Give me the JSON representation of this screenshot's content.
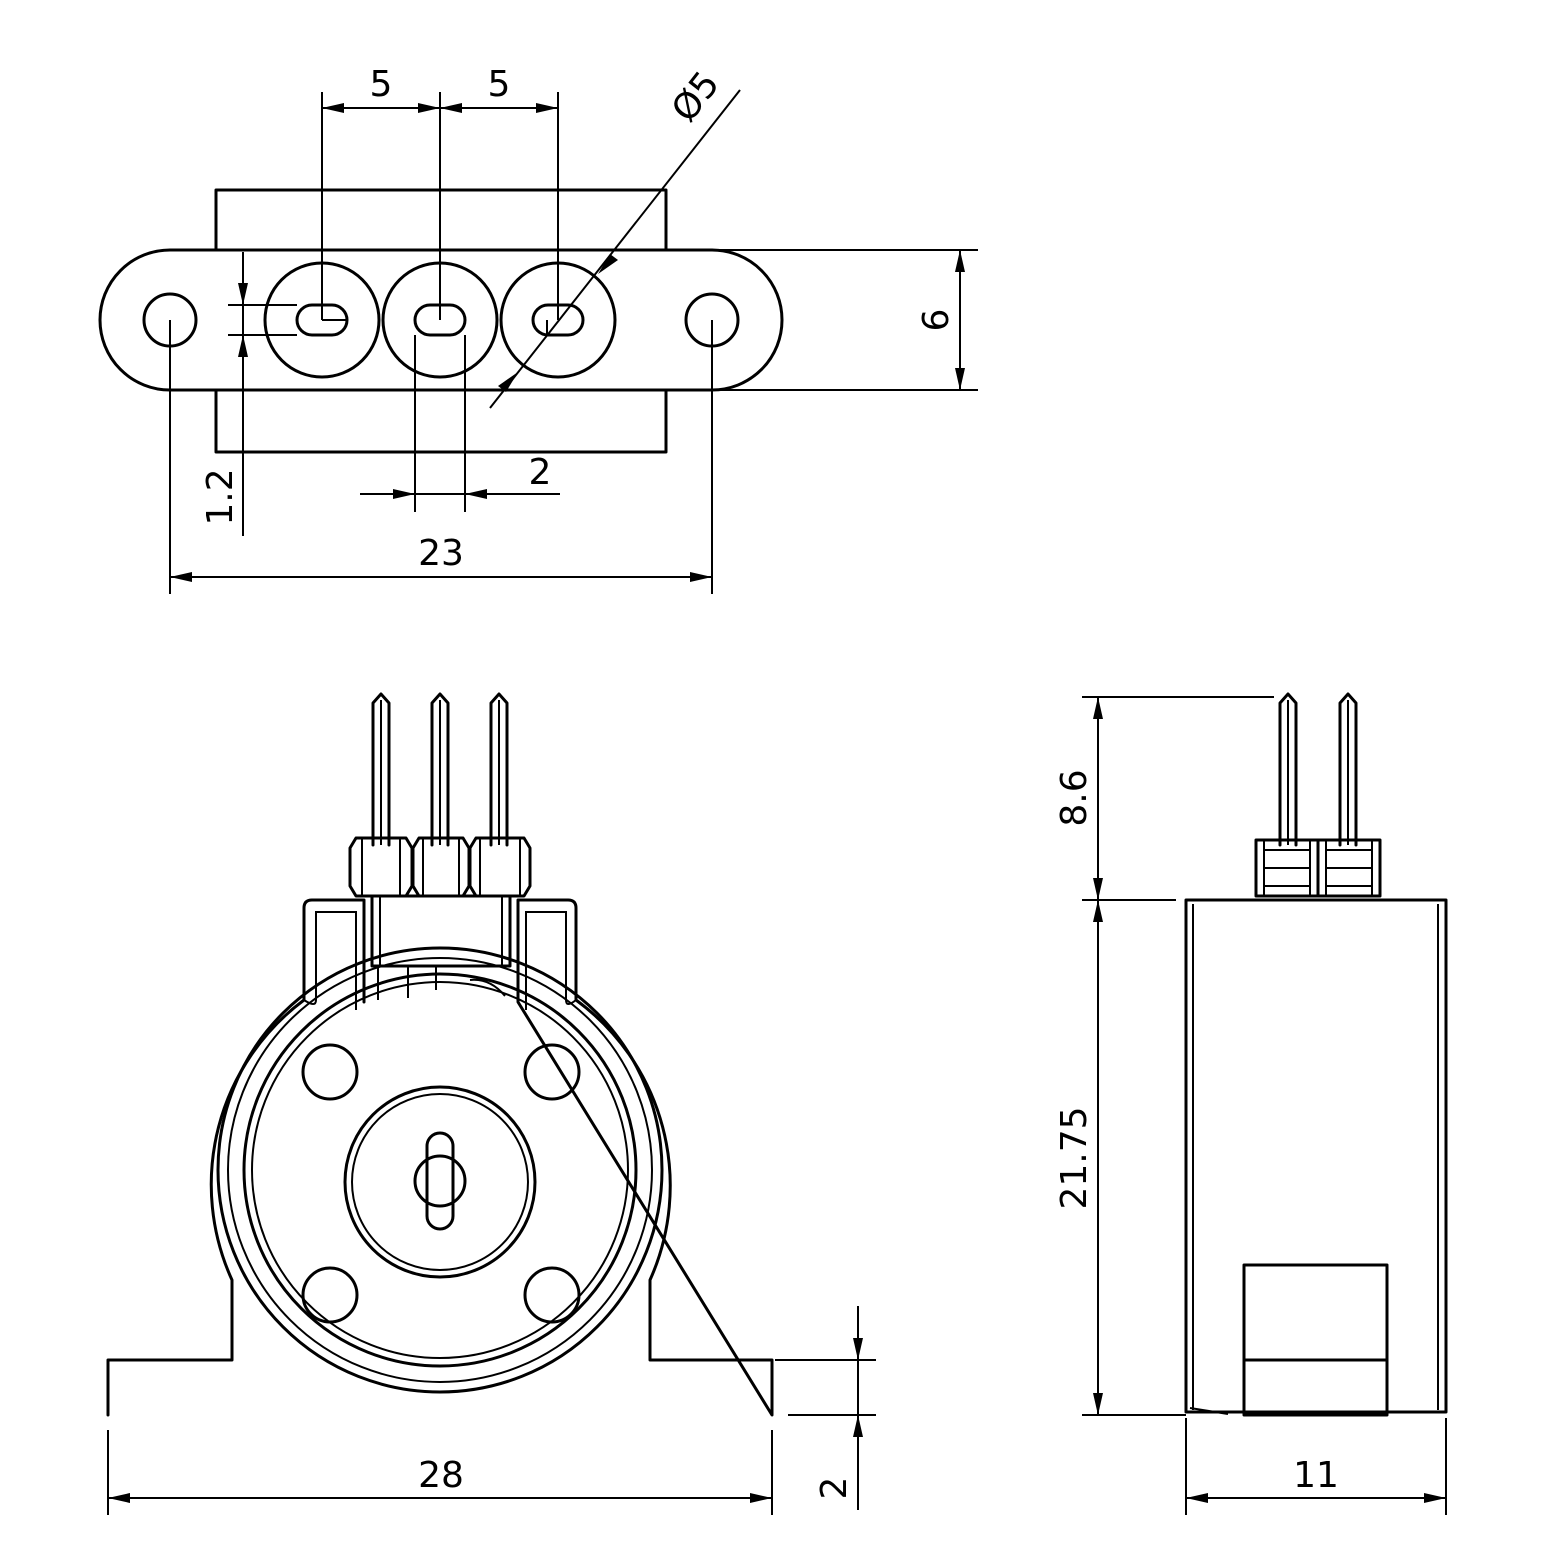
{
  "dimensions": {
    "top_view": {
      "pitch_left": "5",
      "pitch_right": "5",
      "diameter": "Ø5",
      "flange_height": "6",
      "pin_width": "2",
      "slot_height": "1.2",
      "mount_spacing": "23"
    },
    "front_view": {
      "base_width": "28",
      "base_thickness": "2"
    },
    "side_view": {
      "pin_length": "8.6",
      "body_height": "21.75",
      "body_depth": "11"
    }
  }
}
